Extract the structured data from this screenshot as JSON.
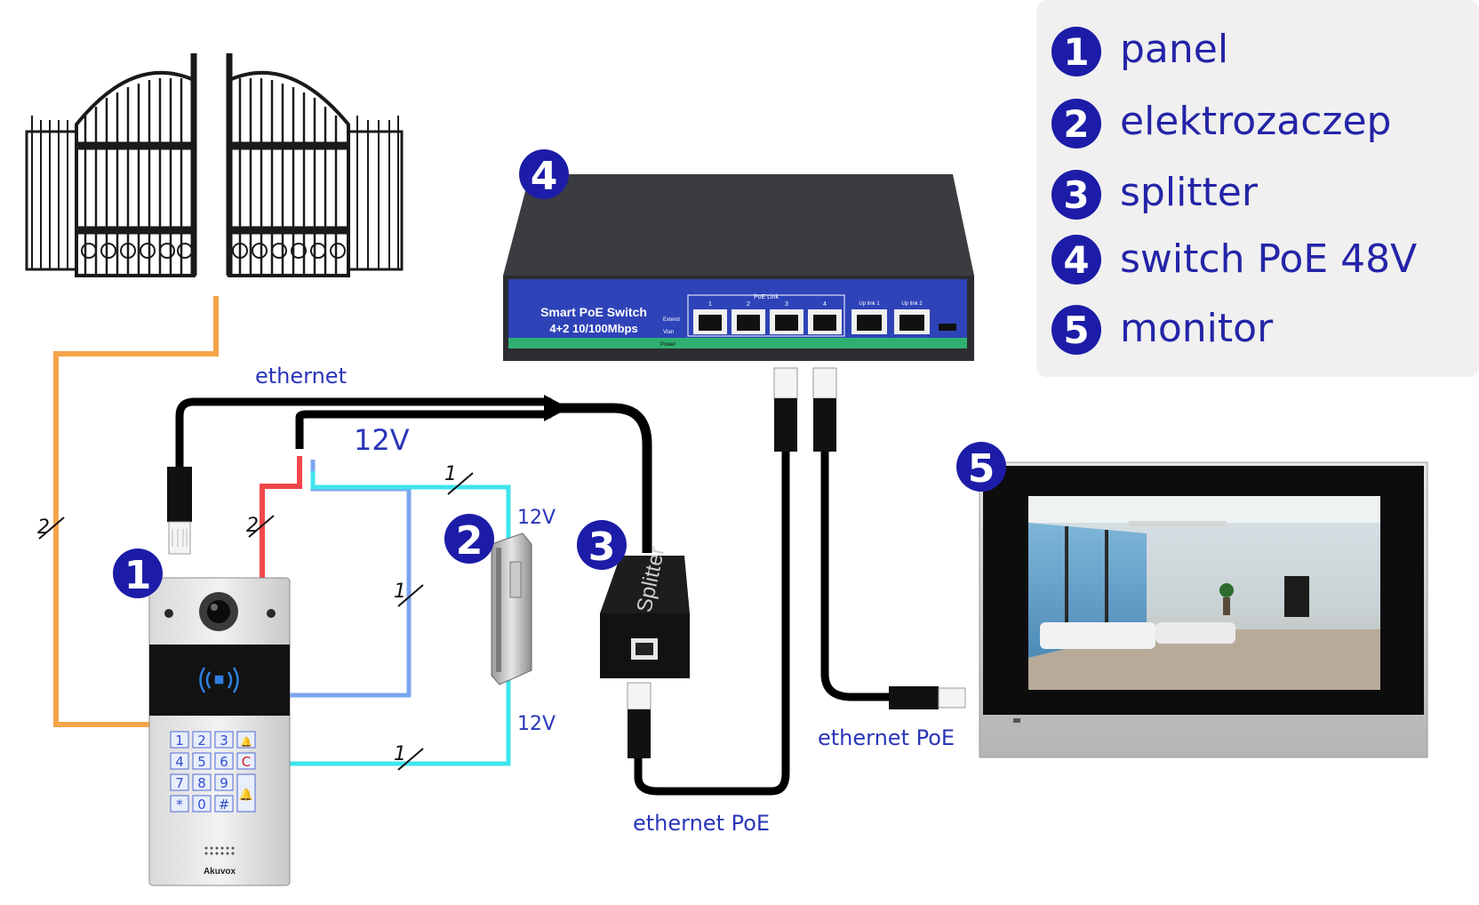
{
  "legend": {
    "items": [
      {
        "num": "1",
        "label": "panel"
      },
      {
        "num": "2",
        "label": "elektrozaczep"
      },
      {
        "num": "3",
        "label": "splitter"
      },
      {
        "num": "4",
        "label": "switch PoE 48V"
      },
      {
        "num": "5",
        "label": "monitor"
      }
    ]
  },
  "badges": {
    "panel": "1",
    "lock": "2",
    "splitter": "3",
    "switch": "4",
    "monitor": "5"
  },
  "wires": {
    "ethernet_top": "ethernet",
    "v12_main": "12V",
    "v12_lock_top": "12V",
    "v12_lock_bottom": "12V",
    "ethernet_poe_splitter": "ethernet PoE",
    "ethernet_poe_monitor": "ethernet PoE",
    "count_gate": "2",
    "count_red": "2",
    "count_cyan_top": "1",
    "count_blue": "1",
    "count_cyan_bottom": "1"
  },
  "switch": {
    "title": "Smart PoE Switch",
    "subtitle": "4+2 10/100Mbps",
    "poe_link": "PoE Link",
    "uplink1": "Up link 1",
    "uplink2": "Up link 2",
    "ports": [
      "1",
      "2",
      "3",
      "4"
    ],
    "extend": "Extend",
    "vlan": "Vlan",
    "power": "Power"
  },
  "splitter": {
    "label": "Splitter"
  },
  "panel": {
    "brand": "Akuvox",
    "keys": [
      "1",
      "2",
      "3",
      "🔔",
      "4",
      "5",
      "6",
      "C",
      "7",
      "8",
      "9",
      "🔔",
      "*",
      "0",
      "#"
    ]
  },
  "colors": {
    "badge": "#1c1ca8",
    "wire_black": "#000000",
    "wire_orange": "#f5a54a",
    "wire_red": "#f0484a",
    "wire_cyan": "#3fe4ee",
    "wire_blue": "#7aa6f2",
    "legend_bg": "#f0f0f0",
    "label_blue": "#2a35b8"
  }
}
